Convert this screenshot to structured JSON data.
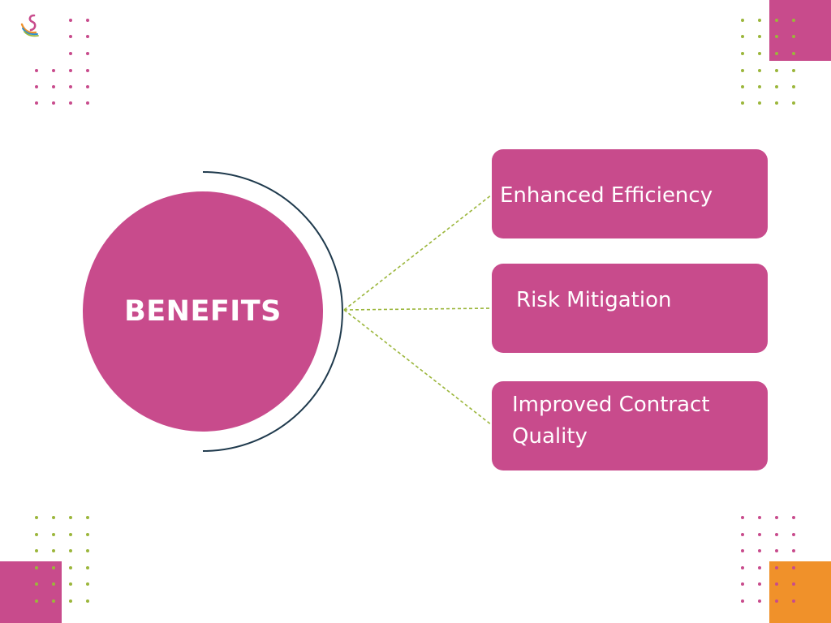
{
  "slide": {
    "center_label": "BENEFITS",
    "benefits": [
      {
        "label": "Enhanced Efficiency"
      },
      {
        "label": "Risk Mitigation"
      },
      {
        "label": "Improved Contract Quality"
      }
    ]
  },
  "colors": {
    "accent_pink": "#C84B8C",
    "accent_orange": "#F0912A",
    "dot_pink": "#C84B8C",
    "dot_green": "#9BB63B",
    "connector_green": "#9BB63B",
    "arc_navy": "#1F3A4D",
    "background": "#FFFFFF"
  },
  "icons": {
    "logo": "swan-logo-icon"
  }
}
